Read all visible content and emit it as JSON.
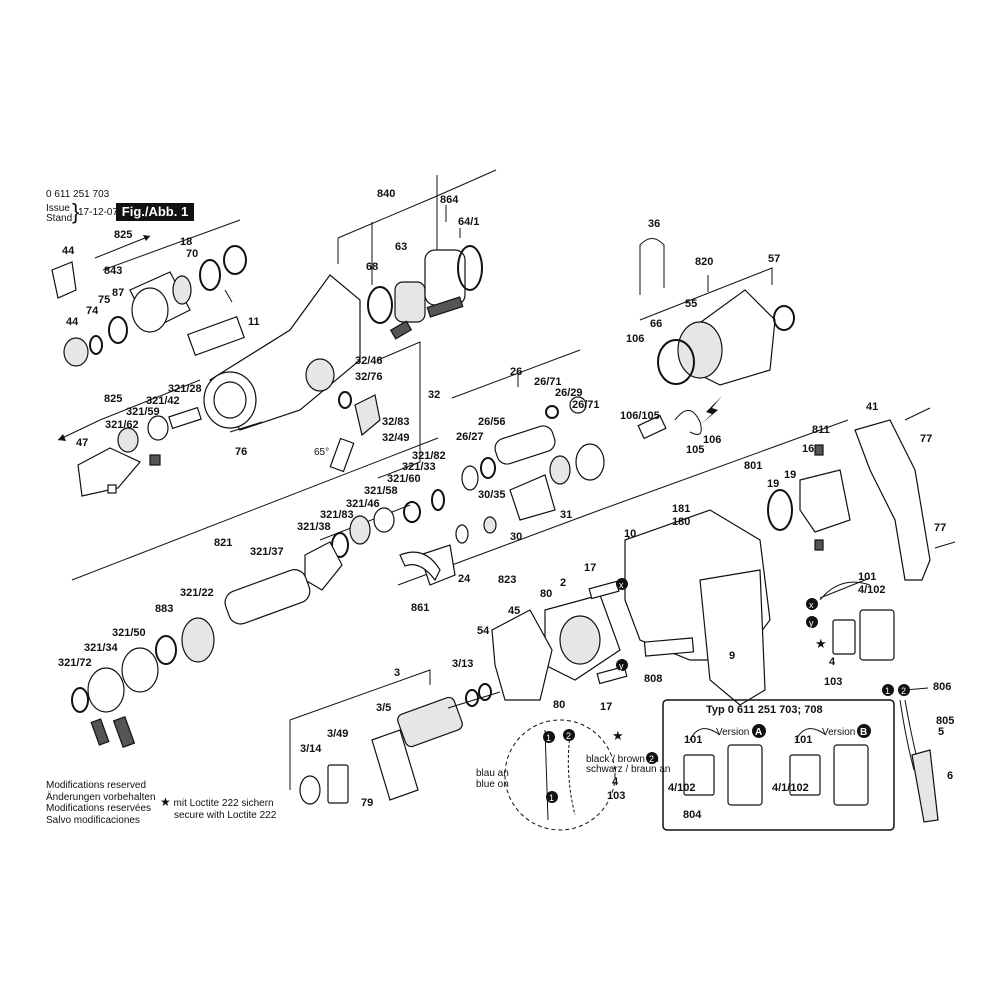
{
  "header": {
    "doc_number": "0 611 251 703",
    "issue_label": "Issue",
    "stand_label": "Stand",
    "date": "17-12-07",
    "fig_label": "Fig./Abb. 1"
  },
  "notes": {
    "modifications": [
      "Modifications reserved",
      "Änderungen vorbehalten",
      "Modifications reservées",
      "Salvo modificaciones"
    ],
    "loctite_de": "mit Loctite 222 sichern",
    "loctite_en": "secure with Loctite 222"
  },
  "callouts": {
    "angle": "65°",
    "blau_an": "blau an",
    "blue_on": "blue on",
    "black_brown": "black / brown on",
    "schwarz_braun": "schwarz / braun an",
    "typ": "Typ 0 611 251 703; 708",
    "version_a": "Version",
    "version_b": "Version",
    "badge_a": "A",
    "badge_b": "B",
    "x": "x",
    "y": "y",
    "one": "1",
    "two": "2"
  },
  "labels": {
    "p840": "840",
    "p864": "864",
    "p64_1": "64/1",
    "p68": "68",
    "p63": "63",
    "p825a": "825",
    "p843": "843",
    "p44a": "44",
    "p44b": "44",
    "p74": "74",
    "p75": "75",
    "p87": "87",
    "p70": "70",
    "p18": "18",
    "p11": "11",
    "p36": "36",
    "p820": "820",
    "p57": "57",
    "p55": "55",
    "p66": "66",
    "p106a": "106",
    "p106_105": "106/105",
    "p106b": "106",
    "p105": "105",
    "p32_46": "32/46",
    "p32_76": "32/76",
    "p32": "32",
    "p32_83": "32/83",
    "p32_49": "32/49",
    "p76": "76",
    "p825b": "825",
    "p321_28": "321/28",
    "p321_42": "321/42",
    "p321_59": "321/59",
    "p321_62": "321/62",
    "p47": "47",
    "p26": "26",
    "p26_71a": "26/71",
    "p26_29": "26/29",
    "p26_71b": "26/71",
    "p26_56": "26/56",
    "p26_27": "26/27",
    "p30_35": "30/35",
    "p31": "31",
    "p30": "30",
    "p321_82": "321/82",
    "p321_33": "321/33",
    "p321_60": "321/60",
    "p321_58": "321/58",
    "p321_46": "321/46",
    "p321_83": "321/83",
    "p321_38": "321/38",
    "p821": "821",
    "p321_37": "321/37",
    "p321_22": "321/22",
    "p883": "883",
    "p321_50": "321/50",
    "p321_34": "321/34",
    "p321_72": "321/72",
    "p24": "24",
    "p823": "823",
    "p861": "861",
    "p41": "41",
    "p77a": "77",
    "p77b": "77",
    "p811": "811",
    "p16": "16",
    "p19a": "19",
    "p19b": "19",
    "p801": "801",
    "p181": "181",
    "p180": "180",
    "p10": "10",
    "p17a": "17",
    "p17b": "17",
    "p2": "2",
    "p80a": "80",
    "p80b": "80",
    "p45": "45",
    "p54": "54",
    "p808": "808",
    "p9": "9",
    "p101a": "101",
    "p4_102a": "4/102",
    "p4a": "4",
    "p103a": "103",
    "p3": "3",
    "p3_13": "3/13",
    "p3_5": "3/5",
    "p3_49": "3/49",
    "p3_14": "3/14",
    "p79": "79",
    "p4b": "4",
    "p103b": "103",
    "p806": "806",
    "p805": "805",
    "p5": "5",
    "p6": "6",
    "p101b": "101",
    "p101c": "101",
    "p4_102b": "4/102",
    "p804": "804",
    "p4_1_102": "4/1/102"
  }
}
